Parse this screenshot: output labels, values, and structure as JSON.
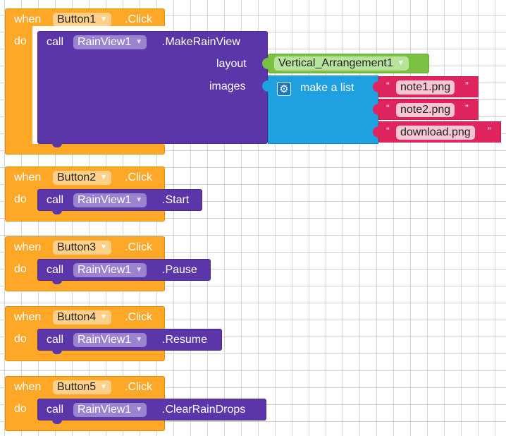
{
  "keywords": {
    "when": "when",
    "do": "do",
    "call": "call",
    "click": ".Click"
  },
  "events": [
    {
      "button": "Button1",
      "component": "RainView1",
      "method": ".MakeRainView"
    },
    {
      "button": "Button2",
      "component": "RainView1",
      "method": ".Start"
    },
    {
      "button": "Button3",
      "component": "RainView1",
      "method": ".Pause"
    },
    {
      "button": "Button4",
      "component": "RainView1",
      "method": ".Resume"
    },
    {
      "button": "Button5",
      "component": "RainView1",
      "method": ".ClearRainDrops"
    }
  ],
  "make_rain_view": {
    "layout_label": "layout",
    "layout_value": "Vertical_Arrangement1",
    "images_label": "images",
    "make_list_label": "make a list",
    "gear_icon": "gear-icon",
    "items": [
      "note1.png",
      "note2.png",
      "download.png"
    ]
  },
  "colors": {
    "event": "#ffa726",
    "procedure": "#5b36a8",
    "component": "#7ac143",
    "list": "#1fa0e0",
    "text": "#e0245e"
  }
}
